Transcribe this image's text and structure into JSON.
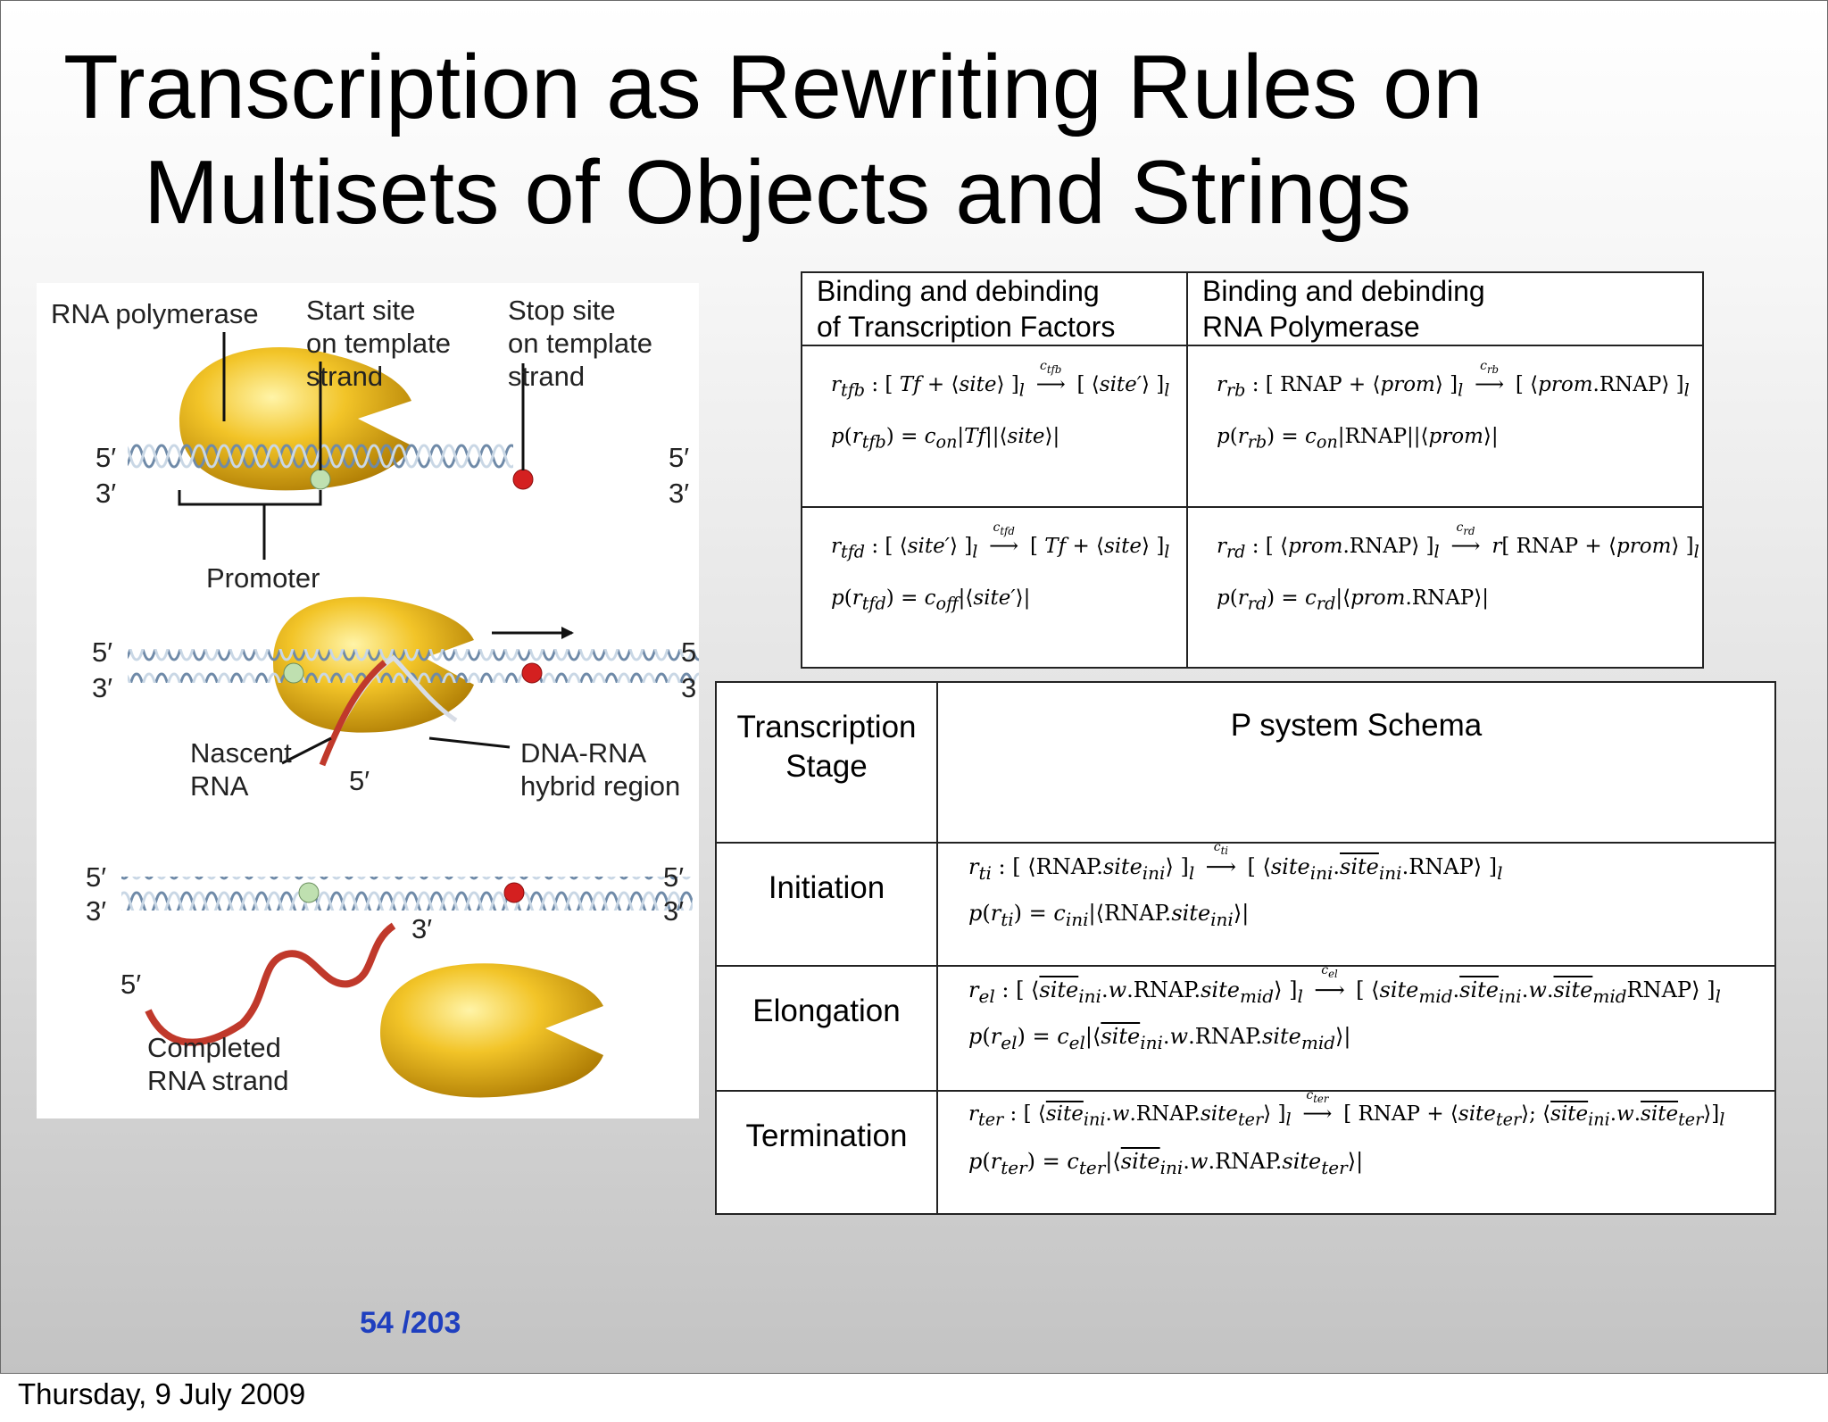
{
  "title": {
    "line1": "Transcription as Rewriting Rules on",
    "line2": "Multisets of Objects and Strings"
  },
  "figure": {
    "labels": {
      "rna_polymerase": "RNA polymerase",
      "start_site": "Start site\non template\nstrand",
      "stop_site": "Stop site\non template\nstrand",
      "promoter": "Promoter",
      "nascent_rna": "Nascent\nRNA",
      "dna_rna_hybrid": "DNA-RNA\nhybrid region",
      "completed_rna": "Completed\nRNA strand",
      "five_prime": "5′",
      "three_prime": "3′",
      "five_short": "5",
      "three_short": "3"
    }
  },
  "table1": {
    "headers": [
      "Binding and debinding\nof Transcription Factors",
      "Binding and debinding\nRNA Polymerase"
    ]
  },
  "table2": {
    "headers": [
      "Transcription\nStage",
      "P system Schema"
    ],
    "stages": [
      "Initiation",
      "Elongation",
      "Termination"
    ]
  },
  "page_number": "54",
  "page_total": "/203",
  "footer_date": "Thursday, 9 July 2009",
  "colors": {
    "polymerase": "#e8b418",
    "rna": "#c0392b",
    "dna": "#9fb7cf",
    "start_dot": "#bfe0b0",
    "stop_dot": "#d42020",
    "page_number": "#1f3fbf"
  }
}
